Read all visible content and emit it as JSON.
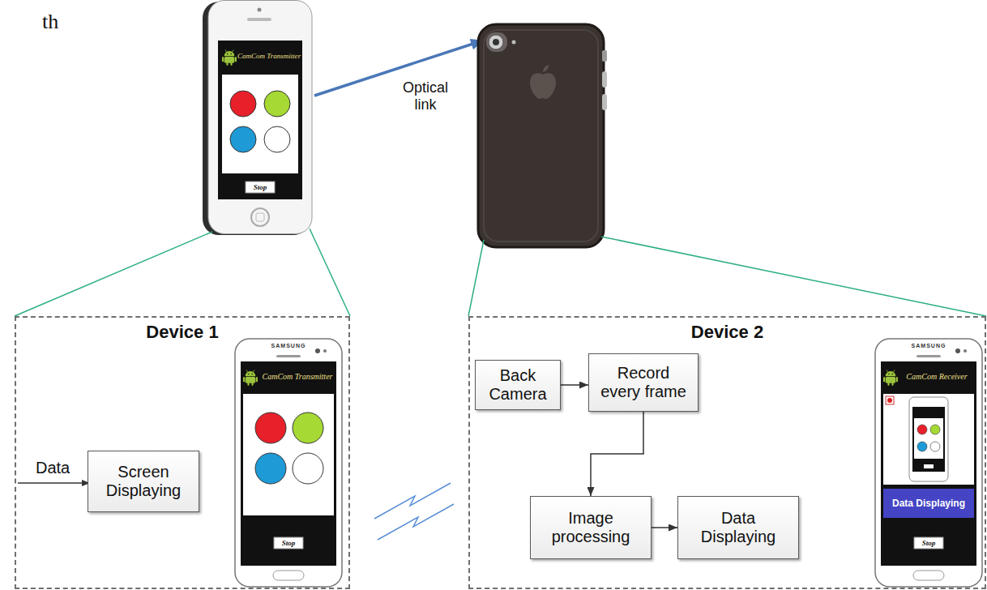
{
  "diagram": {
    "nodes": [
      {
        "text": [
          "Device 1"
        ]
      },
      {
        "text": [
          "Screen Displaying"
        ],
        "in": 0
      },
      {
        "text": [
          "Device 2"
        ]
      },
      {
        "text": [
          "Back Camera"
        ],
        "in": 2
      },
      {
        "text": [
          "Record every frame"
        ],
        "in": 2
      },
      {
        "text": [
          "Image processing"
        ],
        "in": 2
      },
      {
        "text": [
          "Data Displaying"
        ],
        "in": 2
      }
    ],
    "edges": [
      {
        "from": 3,
        "to": 4,
        "arrow": "to"
      },
      {
        "from": 4,
        "to": 5,
        "arrow": "to"
      },
      {
        "from": 5,
        "to": 6,
        "arrow": "to"
      }
    ],
    "labels": [
      "th",
      "CamCom Transmitter",
      "Stop",
      "Optical link",
      "Data",
      "SAMSUNG",
      "CamCom Transmitter",
      "Stop",
      "SAMSUNG",
      "CamCom Receiver",
      "Data Displaying",
      "Stop"
    ]
  }
}
